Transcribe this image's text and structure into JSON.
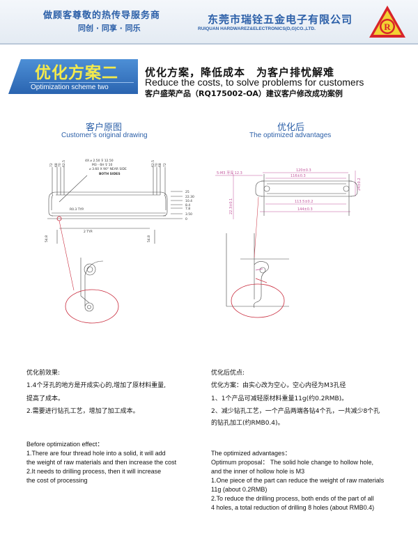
{
  "header": {
    "slogan": "做顾客尊敬的热传导服务商",
    "slogan_sub": "同创 · 同享 · 同乐",
    "company_cn": "东莞市瑞铨五金电子有限公司",
    "company_en": "RUIQUAN HARDWAREZ&ELECTRONICS(D,G)CO.,LTD.",
    "logo_letter": "R"
  },
  "title": {
    "cn": "优化方案二",
    "en": "Optimization scheme two"
  },
  "slogan_block": {
    "cn": "优化方案，降低成本　为客户排忧解难",
    "en": "Reduce the costs, to solve problems for customers",
    "product": "客户盛荣产品（RQ175002-OA）建议客户修改成功案例"
  },
  "left_section": {
    "title_cn": "客户原图",
    "title_en": "Customer’s  original drawing",
    "annotations": {
      "hole_spec_1": "4X  ⌀ 2.50 ⊽ 12.50",
      "hole_spec_2": "M3 - 6H ⊽ 10",
      "hole_spec_3": "⌀ 3.60 X 90°  NEAR SIDE",
      "hole_spec_4": "BOTH SIDES",
      "dims_right": [
        "25",
        "22.30",
        "10.4",
        "8.4",
        "7.8",
        "3.50",
        "0"
      ],
      "dim_r": "R0.3 TYP.",
      "dim_typ": "2 TYP.",
      "dim_side": "54.8",
      "dims_top_left": [
        "72",
        "68",
        "70",
        "62.5"
      ],
      "dims_top_right": [
        "62.5",
        "70",
        "68",
        "72"
      ]
    }
  },
  "right_section": {
    "title_cn": "优化后",
    "title_en": "The optimized advantages",
    "annotations": {
      "hole_label": "5-M3 牙深 12.3",
      "dim_top": "120±0.3",
      "dim_inner": "116±0.3",
      "dim_lower": "113.5±0.2",
      "dim_total": "144±0.3",
      "dim_height": "24±0.2",
      "dim_left": "22.3±0.1"
    }
  },
  "before_cn": {
    "heading": "优化前效果:",
    "lines": [
      "1.4个牙孔的地方是开成实心的,增加了原材料重量,",
      "提高了成本。",
      "2.需要进行钻孔工艺，增加了加工成本。"
    ]
  },
  "after_cn": {
    "heading": "优化后优点:",
    "lines": [
      "优化方案：由实心改为空心，空心内径为M3孔径",
      "1、1个产品可减轻原材料重量11g(约0.2RMB)。",
      "2、减少钻孔工艺，一个产品两端各钻4个孔，一共减少8个孔",
      "的钻孔加工(约RMB0.4)。"
    ]
  },
  "before_en": {
    "heading": "Before optimization effect：",
    "lines": [
      "1.There are four thread hole into a solid, it will add",
      "   the weight of raw materials and then increase the cost",
      "2.It needs to drilling process, then it will increase",
      "   the cost of processing"
    ]
  },
  "after_en": {
    "heading": "The optimized advantages：",
    "lines": [
      "Optimum proposal：  The solid hole change to hollow hole,",
      "                                and the inner of hollow hole is M3",
      "1.One piece of the part can reduce the weight of raw materials",
      "   11g (about 0.2RMB)",
      "2.To reduce the drilling process, both ends of the part of all",
      "   4 holes, a total reduction of drilling 8 holes (about RMB0.4)"
    ]
  },
  "colors": {
    "brand_blue": "#2b5fa8",
    "title_yellow": "#f4ea4c",
    "logo_red": "#d8242a",
    "logo_yellow": "#f2d233",
    "drawing_red": "#c8283a",
    "dim_pink": "#c0509a"
  }
}
